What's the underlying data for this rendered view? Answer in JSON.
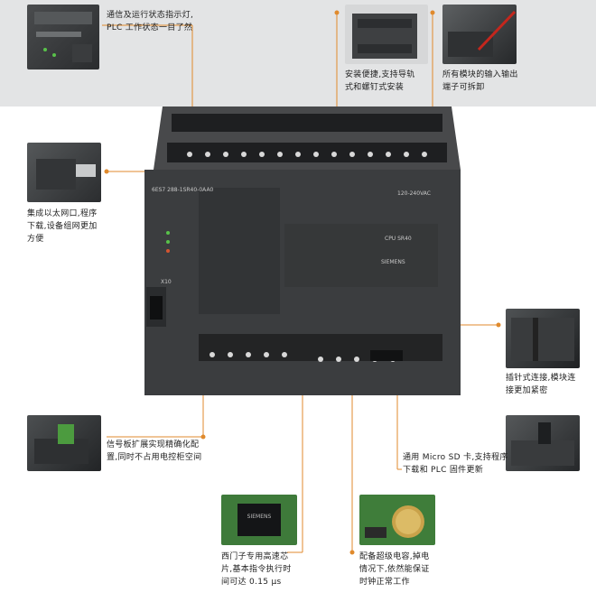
{
  "callouts": [
    {
      "id": "led",
      "lines": [
        "通信及运行状态指示灯,",
        "PLC 工作状态一目了然"
      ]
    },
    {
      "id": "mount",
      "lines": [
        "安装便捷,支持导轨",
        "式和螺钉式安装"
      ]
    },
    {
      "id": "terminal",
      "lines": [
        "所有模块的输入输出",
        "端子可拆卸"
      ]
    },
    {
      "id": "ethernet",
      "lines": [
        "集成以太网口,程序",
        "下载,设备组网更加",
        "方便"
      ]
    },
    {
      "id": "pin",
      "lines": [
        "插针式连接,模块连",
        "接更加紧密"
      ]
    },
    {
      "id": "signal-board",
      "lines": [
        "信号板扩展实现精确化配",
        "置,同时不占用电控柜空间"
      ]
    },
    {
      "id": "sd-card",
      "lines": [
        "通用 Micro SD 卡,支持程序",
        "下载和 PLC 固件更新"
      ]
    },
    {
      "id": "chip",
      "lines": [
        "西门子专用高速芯",
        "片,基本指令执行时",
        "间可达 0.15 μs"
      ]
    },
    {
      "id": "capacitor",
      "lines": [
        "配备超级电容,掉电",
        "情况下,依然能保证",
        "时钟正常工作"
      ]
    }
  ],
  "device_labels": {
    "model": "CPU SR40",
    "order_no": "6ES7 288-1SR40-0AA0",
    "brand": "SIEMENS",
    "chip_brand": "SIEMENS",
    "voltage": "120-240VAC",
    "port_label": "X10"
  },
  "colors": {
    "accent": "#e08a2c",
    "band": "#e3e4e5",
    "plc_body": "#3b3d3f"
  }
}
